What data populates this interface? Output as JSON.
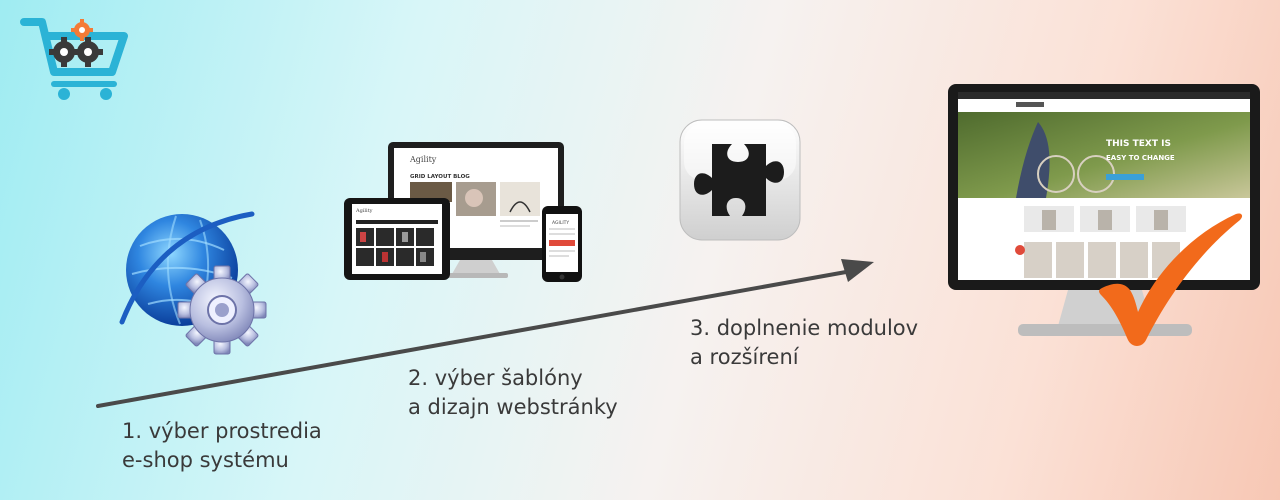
{
  "steps": [
    {
      "line1": "1. výber prostredia",
      "line2": "e-shop systému"
    },
    {
      "line1": "2. výber šablóny",
      "line2": "a dizajn webstránky"
    },
    {
      "line1": "3. doplnenie modulov",
      "line2": "a rozšírení"
    }
  ],
  "mockups": {
    "template_desktop_logo": "Agility",
    "template_desktop_heading": "GRID LAYOUT BLOG",
    "template_tablet_logo": "Agility",
    "template_phone_logo": "AGILITY",
    "shop_hero_line1": "THIS TEXT IS",
    "shop_hero_line2": "EASY TO CHANGE"
  },
  "icons": [
    "cart-gears-logo-icon",
    "globe-gear-icon",
    "responsive-devices-icon",
    "puzzle-piece-icon",
    "desktop-monitor-icon",
    "checkmark-icon",
    "arrow-icon"
  ],
  "colors": {
    "check": "#f26a1b",
    "arrow": "#4a4a4a",
    "text": "#3a3a3a",
    "cart": "#2bb3d6",
    "gear_orange": "#f47b36"
  }
}
